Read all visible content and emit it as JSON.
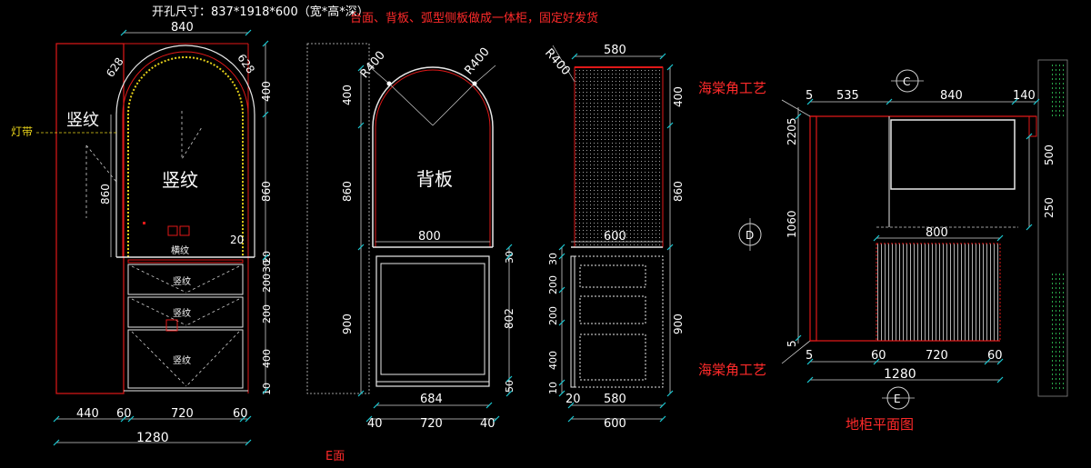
{
  "colors": {
    "background": "#000000",
    "outline": "#e8e8e8",
    "red": "#e01818",
    "dim": "#cfcfcf",
    "tick": "#19c8d2",
    "hatch": "#a8a8a8",
    "yellow": "#e8d21a",
    "redText": "#ff2a2a",
    "green": "#2aa84a",
    "annotation": "#ffffff"
  },
  "header": {
    "hole_size": "开孔尺寸：837*1918*600（宽*高*深）",
    "note": "台面、背板、弧型侧板做成一体柜，固定好发货"
  },
  "view1": {
    "light_strip": "灯带",
    "vertical_grain_left": "竖纹",
    "vertical_grain_center": "竖纹",
    "horizontal_grain": "横纹",
    "drawer_grain": [
      "竖纹",
      "竖纹",
      "竖纹"
    ],
    "dims": {
      "top_width": "840",
      "arc_left": "628",
      "arc_right": "628",
      "right_h1": "400",
      "right_h2": "860",
      "right_h3": "20",
      "right_h4": "30",
      "right_h5": "200",
      "right_h6": "200",
      "right_h7": "400",
      "right_h8": "10",
      "left_h": "860",
      "inner_20": "20",
      "bottom_440": "440",
      "bottom_60a": "60",
      "bottom_720": "720",
      "bottom_60b": "60",
      "total_1280": "1280"
    }
  },
  "view2": {
    "back_panel": "背板",
    "dims": {
      "r_left": "R400",
      "r_right": "R400",
      "h400": "400",
      "h860": "860",
      "w800": "800",
      "h900": "900",
      "rh30": "30",
      "rh802": "802",
      "rh50": "50",
      "w684": "684",
      "b40a": "40",
      "b720": "720",
      "b40b": "40"
    }
  },
  "view3": {
    "dims": {
      "r400": "R400",
      "w580_top": "580",
      "h400": "400",
      "h860": "860",
      "w600_mid": "600",
      "h900": "900",
      "l30": "30",
      "l200a": "200",
      "l200b": "200",
      "l400": "400",
      "l10": "10",
      "b20": "20",
      "b580": "580",
      "b600": "600"
    }
  },
  "plan": {
    "title": "地柜平面图",
    "haitang_top": "海棠角工艺",
    "haitang_bottom": "海棠角工艺",
    "label_c": "C",
    "label_d": "D",
    "label_e": "E",
    "dims": {
      "t5": "5",
      "t535": "535",
      "t840": "840",
      "t140": "140",
      "l2205": "2205",
      "l1060": "1060",
      "r500": "500",
      "r250": "250",
      "m800": "800",
      "l5": "5",
      "b5": "5",
      "b60a": "60",
      "b720": "720",
      "b60b": "60",
      "b1280": "1280"
    }
  },
  "footer": {
    "face_label": "E面"
  }
}
